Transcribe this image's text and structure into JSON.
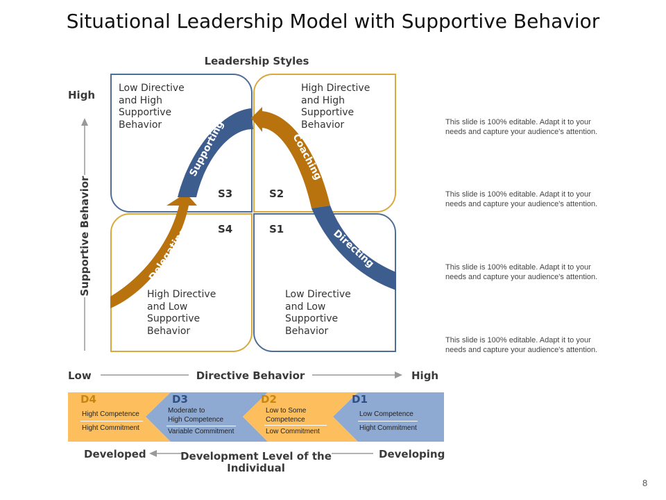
{
  "title": "Situational Leadership Model with Supportive Behavior",
  "leadership_styles_label": "Leadership Styles",
  "y_axis": {
    "label": "Supportive Behavior",
    "high": "High"
  },
  "x_axis": {
    "label": "Directive Behavior",
    "low": "Low",
    "high": "High"
  },
  "quadrants": [
    {
      "id": "s3",
      "text": "Low Directive\nand High\nSupportive\nBehavior",
      "label": "S3"
    },
    {
      "id": "s2",
      "text": "High Directive\nand High\nSupportive\nBehavior",
      "label": "S2"
    },
    {
      "id": "s4",
      "text": "High Directive\nand Low\nSupportive\nBehavior",
      "label": "S4"
    },
    {
      "id": "s1",
      "text": "Low Directive\nand Low\nSupportive\nBehavior",
      "label": "S1"
    }
  ],
  "curve_labels": {
    "delegating": "Delegating",
    "supporting": "Supporting",
    "coaching": "Coaching",
    "directing": "Directing"
  },
  "notes": [
    "This slide is 100% editable. Adapt it to your\nneeds and capture your audience's attention.",
    "This slide is 100% editable. Adapt it to your\nneeds and capture your audience's attention.",
    "This slide is 100% editable. Adapt it to your\nneeds and capture your audience's attention.",
    "This slide is 100% editable. Adapt it to your\nneeds and capture your audience's attention."
  ],
  "development": {
    "stages": [
      {
        "id": "D4",
        "line1": "Hight Competence",
        "line2": "Hight Commitment"
      },
      {
        "id": "D3",
        "line1": "Moderate to\nHigh Competence",
        "line2": "Variable Commitment"
      },
      {
        "id": "D2",
        "line1": "Low  to Some\nCompetence",
        "line2": "Low Commitment"
      },
      {
        "id": "D1",
        "line1": "Low Competence",
        "line2": "Hight Commitment"
      }
    ],
    "left_label": "Developed",
    "right_label": "Developing",
    "axis_label": "Development Level of the\nIndividual"
  },
  "colors": {
    "orange": "#FDBF5E",
    "blue": "#8EA9D2",
    "gold": "#E0A93A",
    "navy": "#44679A",
    "curve_orange": "#B8730E",
    "curve_blue": "#3D5D8E",
    "d_orange_text": "#C9860E",
    "d_blue_text": "#2F4E85"
  },
  "page_number": "8"
}
